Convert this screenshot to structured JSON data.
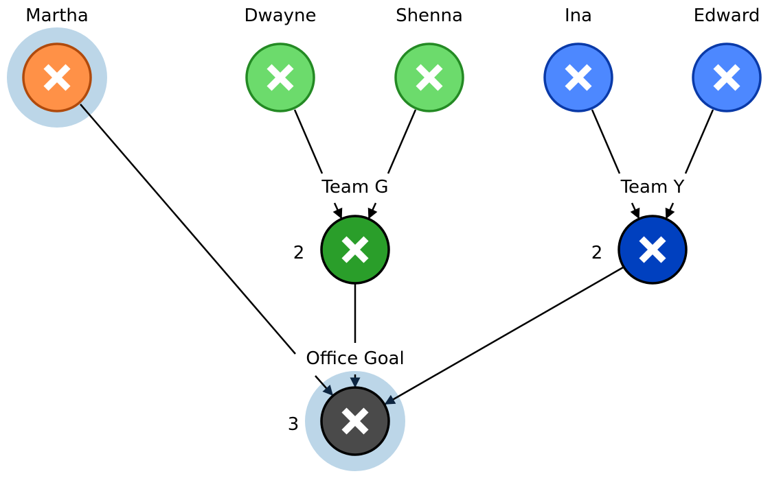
{
  "colors": {
    "halo": "#bcd6e8",
    "orange_fill": "#ff9147",
    "orange_stroke": "#b04a0c",
    "lightgreen_fill": "#6cdb6c",
    "lightgreen_stroke": "#248a24",
    "green_fill": "#2a9e2a",
    "lightblue_fill": "#4d88ff",
    "lightblue_stroke": "#0a3aa8",
    "blue_fill": "#0040bf",
    "dark_fill": "#4a4a4a",
    "dark_stroke": "#000000",
    "cross": "#ffffff"
  },
  "nodes": [
    {
      "id": "martha",
      "name": "Martha",
      "icon": "x-icon",
      "halo": true
    },
    {
      "id": "dwayne",
      "name": "Dwayne",
      "icon": "x-icon"
    },
    {
      "id": "shenna",
      "name": "Shenna",
      "icon": "x-icon"
    },
    {
      "id": "ina",
      "name": "Ina",
      "icon": "x-icon"
    },
    {
      "id": "edward",
      "name": "Edward",
      "icon": "x-icon"
    },
    {
      "id": "team_g",
      "label": "Team G",
      "count": "2",
      "icon": "x-icon"
    },
    {
      "id": "team_y",
      "label": "Team Y",
      "count": "2",
      "icon": "x-icon"
    },
    {
      "id": "office_goal",
      "label": "Office Goal",
      "count": "3",
      "icon": "x-icon",
      "halo": true
    }
  ],
  "edges": [
    {
      "from": "dwayne",
      "to": "team_g"
    },
    {
      "from": "shenna",
      "to": "team_g"
    },
    {
      "from": "ina",
      "to": "team_y"
    },
    {
      "from": "edward",
      "to": "team_y"
    },
    {
      "from": "martha",
      "to": "office_goal"
    },
    {
      "from": "team_g",
      "to": "office_goal"
    },
    {
      "from": "team_y",
      "to": "office_goal"
    }
  ]
}
